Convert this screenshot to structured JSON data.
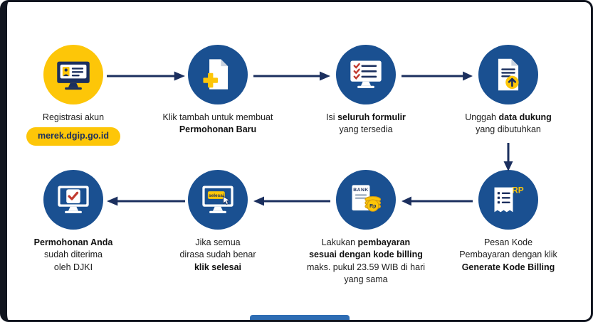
{
  "diagram": {
    "colors": {
      "border_navy": "#11151f",
      "arrow_navy": "#1b2f5e",
      "circle_blue": "#1a5091",
      "accent_yellow": "#fdc608",
      "check_red": "#c13a30",
      "footer_blue": "#2e6db4"
    },
    "steps": [
      {
        "id": 1,
        "icon": "monitor-id-card-icon",
        "circle_color": "yellow",
        "lines": [
          {
            "segments": [
              {
                "text": "Registrasi akun",
                "bold": false
              }
            ]
          }
        ],
        "badge": "merek.dgip.go.id"
      },
      {
        "id": 2,
        "icon": "document-plus-icon",
        "circle_color": "blue",
        "lines": [
          {
            "segments": [
              {
                "text": "Klik tambah untuk membuat",
                "bold": false
              }
            ]
          },
          {
            "segments": [
              {
                "text": "Permohonan Baru",
                "bold": true
              }
            ]
          }
        ]
      },
      {
        "id": 3,
        "icon": "monitor-checklist-icon",
        "circle_color": "blue",
        "lines": [
          {
            "segments": [
              {
                "text": "Isi ",
                "bold": false
              },
              {
                "text": "seluruh formulir",
                "bold": true
              }
            ]
          },
          {
            "segments": [
              {
                "text": "yang tersedia",
                "bold": false
              }
            ]
          }
        ]
      },
      {
        "id": 4,
        "icon": "document-upload-icon",
        "circle_color": "blue",
        "lines": [
          {
            "segments": [
              {
                "text": "Unggah ",
                "bold": false
              },
              {
                "text": "data dukung",
                "bold": true
              }
            ]
          },
          {
            "segments": [
              {
                "text": "yang dibutuhkan",
                "bold": false
              }
            ]
          }
        ]
      },
      {
        "id": 5,
        "icon": "billing-receipt-icon",
        "circle_color": "blue",
        "icon_texts": {
          "rp_badge": "RP"
        },
        "lines": [
          {
            "segments": [
              {
                "text": "Pesan Kode",
                "bold": false
              }
            ]
          },
          {
            "segments": [
              {
                "text": "Pembayaran dengan klik",
                "bold": false
              }
            ]
          },
          {
            "segments": [
              {
                "text": "Generate Kode Billing",
                "bold": true
              }
            ]
          }
        ]
      },
      {
        "id": 6,
        "icon": "bank-coins-icon",
        "circle_color": "blue",
        "icon_texts": {
          "bank_label": "BANK",
          "coin_label": "Rp"
        },
        "lines": [
          {
            "segments": [
              {
                "text": "Lakukan ",
                "bold": false
              },
              {
                "text": "pembayaran",
                "bold": true
              }
            ]
          },
          {
            "segments": [
              {
                "text": "sesuai dengan kode billing",
                "bold": true
              }
            ]
          },
          {
            "segments": [
              {
                "text": "maks. pukul 23.59 WIB di hari",
                "bold": false
              }
            ]
          },
          {
            "segments": [
              {
                "text": "yang sama",
                "bold": false
              }
            ]
          }
        ]
      },
      {
        "id": 7,
        "icon": "monitor-selesai-icon",
        "circle_color": "blue",
        "icon_texts": {
          "selesai_button": "selesai"
        },
        "lines": [
          {
            "segments": [
              {
                "text": "Jika semua",
                "bold": false
              }
            ]
          },
          {
            "segments": [
              {
                "text": "dirasa sudah benar",
                "bold": false
              }
            ]
          },
          {
            "segments": [
              {
                "text": "klik selesai",
                "bold": true
              }
            ]
          }
        ]
      },
      {
        "id": 8,
        "icon": "monitor-check-icon",
        "circle_color": "blue",
        "lines": [
          {
            "segments": [
              {
                "text": "Permohonan Anda",
                "bold": true
              }
            ]
          },
          {
            "segments": [
              {
                "text": "sudah diterima",
                "bold": false
              }
            ]
          },
          {
            "segments": [
              {
                "text": "oleh DJKI",
                "bold": false
              }
            ]
          }
        ]
      }
    ]
  }
}
